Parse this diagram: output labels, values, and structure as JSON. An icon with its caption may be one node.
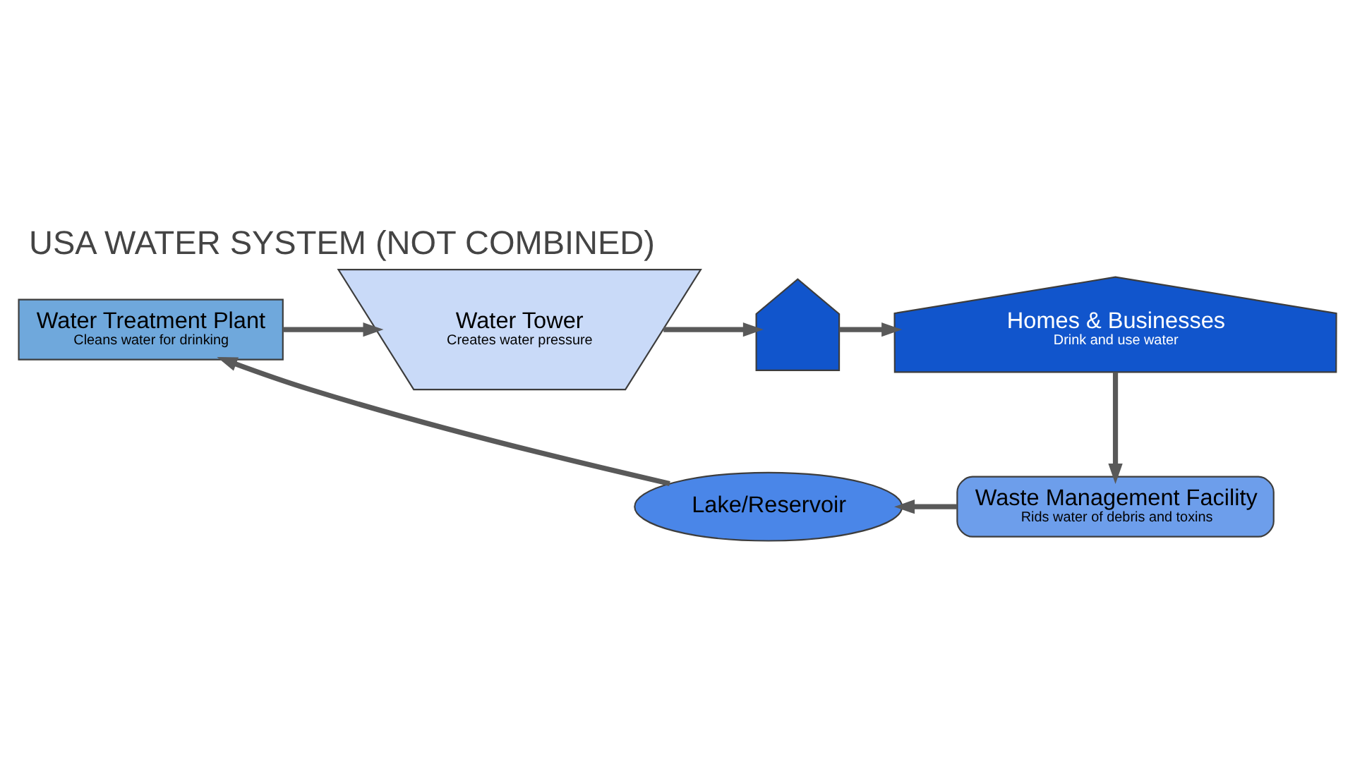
{
  "diagram": {
    "title": "USA WATER SYSTEM (NOT COMBINED)",
    "nodes": [
      {
        "text": [
          "Water Treatment Plant",
          "Cleans water for drinking"
        ]
      },
      {
        "text": [
          "Water Tower",
          "Creates water pressure"
        ]
      },
      {
        "text": [],
        "shape": "house"
      },
      {
        "text": [
          "Homes & Businesses",
          "Drink and use water"
        ]
      },
      {
        "text": [
          "Waste Management Facility",
          "Rids water of debris and toxins"
        ]
      },
      {
        "text": [
          "Lake/Reservoir"
        ]
      }
    ],
    "edges": [
      {
        "from": 5,
        "to": 0,
        "arrow": "to"
      },
      {
        "from": 0,
        "to": 1,
        "arrow": "to"
      },
      {
        "from": 1,
        "to": 2,
        "arrow": "to"
      },
      {
        "from": 2,
        "to": 3,
        "arrow": "to"
      },
      {
        "from": 3,
        "to": 4,
        "arrow": "to"
      },
      {
        "from": 4,
        "to": 5,
        "arrow": "to"
      }
    ]
  }
}
